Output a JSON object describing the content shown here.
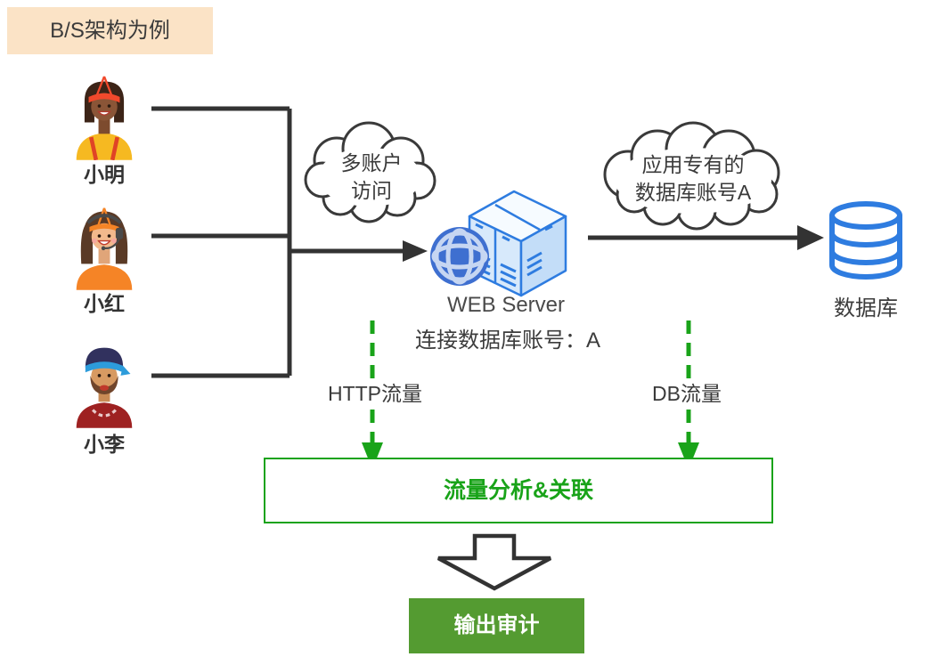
{
  "title": {
    "label": "B/S架构为例"
  },
  "users": [
    {
      "name": "小明"
    },
    {
      "name": "小红"
    },
    {
      "name": "小李"
    }
  ],
  "clouds": {
    "multi_account": {
      "line1": "多账户",
      "line2": "访问"
    },
    "db_account": {
      "line1": "应用专有的",
      "line2": "数据库账号A"
    }
  },
  "server": {
    "label": "WEB Server",
    "sublabel": "连接数据库账号：A"
  },
  "database": {
    "label": "数据库"
  },
  "flows": {
    "http": "HTTP流量",
    "db": "DB流量"
  },
  "analysis": {
    "label": "流量分析&关联"
  },
  "output": {
    "label": "输出审计"
  },
  "colors": {
    "title_bg": "#fbe3c6",
    "line_dark": "#333333",
    "accent_green": "#19a319",
    "output_green": "#549b31",
    "icon_blue": "#2e7ce0",
    "globe_blue": "#3e6fd0"
  }
}
